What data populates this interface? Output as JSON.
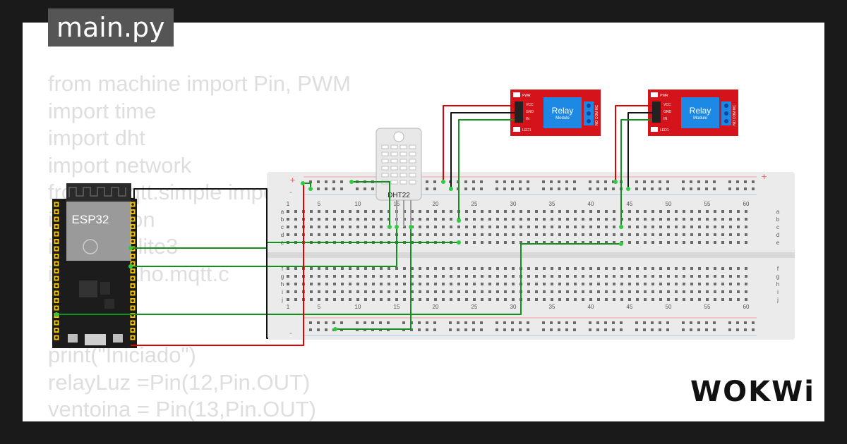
{
  "file_tab": {
    "label": "main.py"
  },
  "code": {
    "lines": [
      "from machine import Pin, PWM",
      "import time",
      "import dht",
      "import network",
      "from umqtt.simple import",
      "import json",
      "import sqlite3",
      "import paho.mqtt.c",
      "",
      "",
      "print(\"Iniciado\")",
      "relayLuz =Pin(12,Pin.OUT)",
      "ventoina = Pin(13,Pin.OUT)"
    ]
  },
  "esp32": {
    "label": "ESP32"
  },
  "dht22": {
    "label": "DHT22"
  },
  "relays": [
    {
      "title": "Relay",
      "subtitle": "Module",
      "pins": [
        "VCC",
        "GND",
        "IN"
      ],
      "pwr_label": "PWR",
      "led_label": "LED1",
      "contacts": "NO COM NC"
    },
    {
      "title": "Relay",
      "subtitle": "Module",
      "pins": [
        "VCC",
        "GND",
        "IN"
      ],
      "pwr_label": "PWR",
      "led_label": "LED1",
      "contacts": "NO COM NC"
    }
  ],
  "breadboard": {
    "column_numbers": [
      "1",
      "5",
      "10",
      "15",
      "20",
      "25",
      "30",
      "35",
      "40",
      "45",
      "50",
      "55",
      "60"
    ],
    "rows_top": [
      "a",
      "b",
      "c",
      "d",
      "e"
    ],
    "rows_bottom": [
      "f",
      "g",
      "h",
      "i",
      "j"
    ],
    "rail_plus": "+",
    "rail_minus": "-"
  },
  "colors": {
    "wire_red": "#e00000",
    "wire_green": "#12901e",
    "wire_black": "#111111",
    "relay_board": "#d4131b",
    "relay_blue": "#1e88e5",
    "esp32_board": "#1c1c1c"
  },
  "brand": {
    "logo": "WOKWi"
  }
}
